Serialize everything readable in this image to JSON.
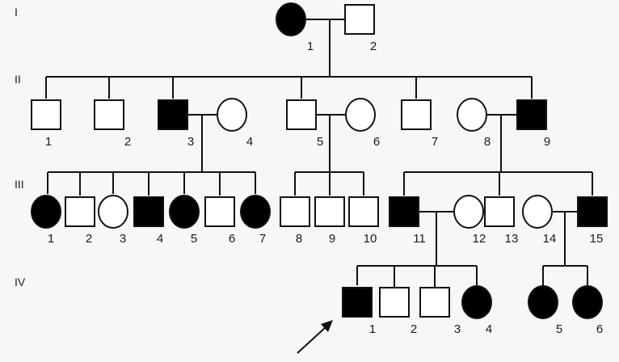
{
  "generations": [
    {
      "label": "I",
      "individuals": [
        {
          "number": "1",
          "sex": "female",
          "affected": true
        },
        {
          "number": "2",
          "sex": "male",
          "affected": false
        }
      ]
    },
    {
      "label": "II",
      "individuals": [
        {
          "number": "1",
          "sex": "male",
          "affected": false
        },
        {
          "number": "2",
          "sex": "male",
          "affected": false
        },
        {
          "number": "3",
          "sex": "male",
          "affected": true
        },
        {
          "number": "4",
          "sex": "female",
          "affected": false
        },
        {
          "number": "5",
          "sex": "male",
          "affected": false
        },
        {
          "number": "6",
          "sex": "female",
          "affected": false
        },
        {
          "number": "7",
          "sex": "male",
          "affected": false
        },
        {
          "number": "8",
          "sex": "female",
          "affected": false
        },
        {
          "number": "9",
          "sex": "male",
          "affected": true
        }
      ]
    },
    {
      "label": "III",
      "individuals": [
        {
          "number": "1",
          "sex": "female",
          "affected": true
        },
        {
          "number": "2",
          "sex": "male",
          "affected": false
        },
        {
          "number": "3",
          "sex": "female",
          "affected": false
        },
        {
          "number": "4",
          "sex": "male",
          "affected": true
        },
        {
          "number": "5",
          "sex": "female",
          "affected": true
        },
        {
          "number": "6",
          "sex": "male",
          "affected": false
        },
        {
          "number": "7",
          "sex": "female",
          "affected": true
        },
        {
          "number": "8",
          "sex": "male",
          "affected": false
        },
        {
          "number": "9",
          "sex": "male",
          "affected": false
        },
        {
          "number": "10",
          "sex": "male",
          "affected": false
        },
        {
          "number": "11",
          "sex": "male",
          "affected": true
        },
        {
          "number": "12",
          "sex": "female",
          "affected": false
        },
        {
          "number": "13",
          "sex": "male",
          "affected": false
        },
        {
          "number": "14",
          "sex": "female",
          "affected": false
        },
        {
          "number": "15",
          "sex": "male",
          "affected": true
        }
      ]
    },
    {
      "label": "IV",
      "individuals": [
        {
          "number": "1",
          "sex": "male",
          "affected": true,
          "proband": true
        },
        {
          "number": "2",
          "sex": "male",
          "affected": false
        },
        {
          "number": "3",
          "sex": "male",
          "affected": false
        },
        {
          "number": "4",
          "sex": "female",
          "affected": true
        },
        {
          "number": "5",
          "sex": "female",
          "affected": true
        },
        {
          "number": "6",
          "sex": "female",
          "affected": true
        }
      ]
    }
  ],
  "colors": {
    "affected": "#000000",
    "unaffected": "#ffffff",
    "line": "#111111",
    "background": "#f7f7f7"
  }
}
